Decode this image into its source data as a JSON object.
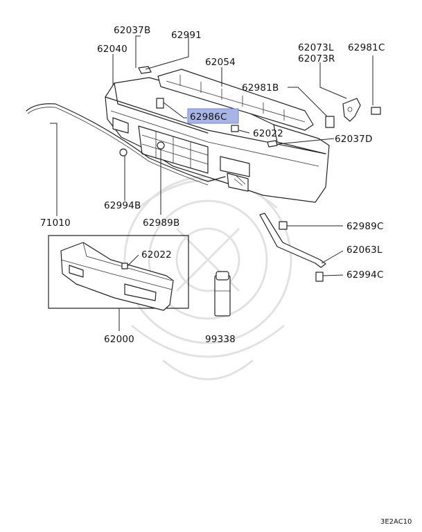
{
  "labels": {
    "p62037b": "62037B",
    "p62991": "62991",
    "p62040": "62040",
    "p62054": "62054",
    "p62073l": "62073L",
    "p62073r": "62073R",
    "p62981c": "62981C",
    "p62981b": "62981B",
    "p62986c": "62986C",
    "p62022_top": "62022",
    "p62037d": "62037D",
    "p62994b": "62994B",
    "p62989b": "62989B",
    "p71010": "71010",
    "p62989c": "62989C",
    "p62063l": "62063L",
    "p62994c": "62994C",
    "p62022_inset": "62022",
    "p62000": "62000",
    "p99338": "99338"
  },
  "highlight_color": "#a9b4e6",
  "diagram_code": "3E2AC10"
}
